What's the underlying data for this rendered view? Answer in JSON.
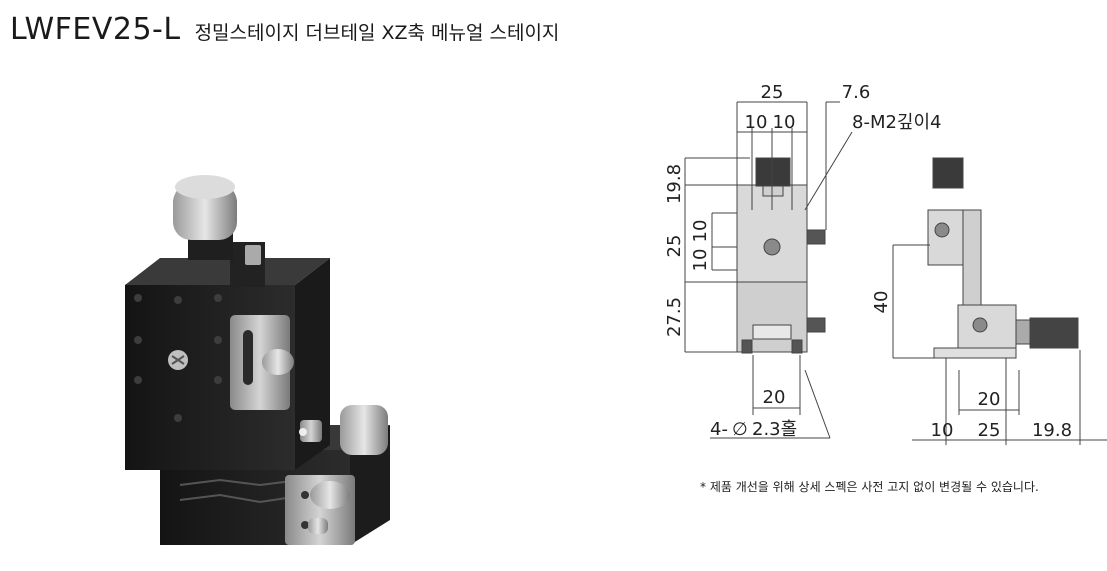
{
  "header": {
    "model": "LWFEV25-L",
    "subtitle": "정밀스테이지 더브테일 XZ축 메뉴얼 스테이지"
  },
  "drawing": {
    "front": {
      "dim_top_width": "25",
      "dim_knob_offset": "7.6",
      "dim_hole_left": "10",
      "dim_hole_right": "10",
      "tap_callout": "8-M2깊이4",
      "dim_knob_height": "19.8",
      "dim_plate_height": "25",
      "dim_hole_upper": "10",
      "dim_hole_lower": "10",
      "dim_base_height": "27.5",
      "dim_mount_pitch": "20",
      "mount_hole_prefix": "4-",
      "mount_hole_value": "2.3홀"
    },
    "side": {
      "dim_height": "40",
      "dim_mount_pitch": "20",
      "dim_left": "10",
      "dim_base": "25",
      "dim_knob": "19.8"
    }
  },
  "note": "* 제품 개선을 위해 상세 스펙은 사전 고지 없이 변경될 수 있습니다."
}
